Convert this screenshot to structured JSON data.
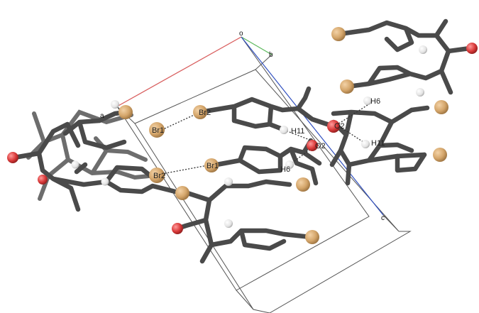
{
  "axes": {
    "origin": "o",
    "a": "a",
    "b": "b",
    "c": "c"
  },
  "atom_labels": {
    "br2_top": "Br2",
    "br1_left": "Br1",
    "br2_left": "Br2",
    "br1_mid": "Br1",
    "h11_mid": "H11",
    "h6_mid": "H6",
    "o2_upper": "O2",
    "o2_lower": "O2",
    "h6_right": "H6",
    "h11_right": "H11"
  },
  "colors": {
    "bond": "#4a4a4a",
    "bromine": "#d4a56a",
    "oxygen": "#d93a3a",
    "hydrogen": "#e6e6e6",
    "axis_a": "#e06060",
    "axis_b": "#5cb85c",
    "axis_c": "#3050c0"
  }
}
